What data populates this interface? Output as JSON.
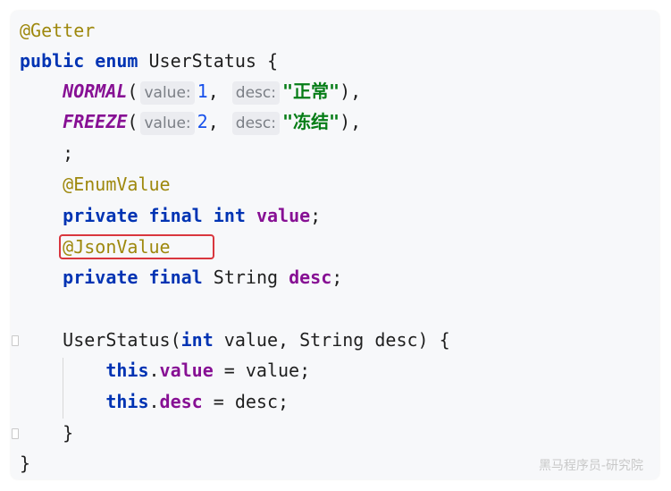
{
  "code": {
    "l1": "@Getter",
    "l2_public": "public",
    "l2_enum": "enum",
    "l2_name": "UserStatus {",
    "normal_name": "NORMAL",
    "paren_open": "(",
    "hint_value": "value:",
    "normal_value": "1",
    "comma": ",",
    "hint_desc": "desc:",
    "normal_desc": "\"正常\"",
    "paren_close_comma": "),",
    "freeze_name": "FREEZE",
    "freeze_value": "2",
    "freeze_desc": "\"冻结\"",
    "semicolon": ";",
    "enum_value_ann": "@EnumValue",
    "private": "private",
    "final": "final",
    "int": "int",
    "value_field": "value",
    "json_value_ann": "@JsonValue",
    "string_type": "String",
    "desc_field": "desc",
    "ctor_name": "UserStatus(",
    "ctor_params_rest": "value, String desc) {",
    "this_kw": "this",
    "dot": ".",
    "assign_value": " = value;",
    "assign_desc": " = desc;",
    "close_brace": "}"
  },
  "watermark": "黑马程序员-研究院"
}
